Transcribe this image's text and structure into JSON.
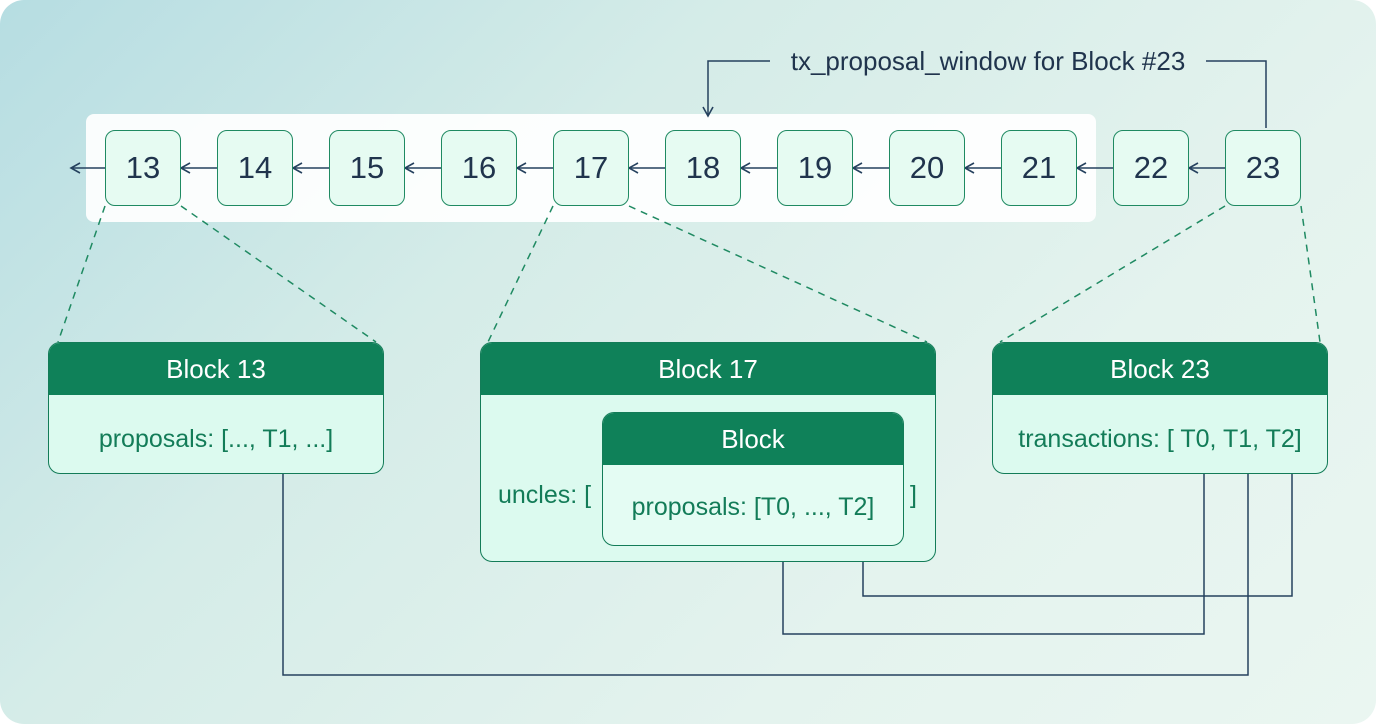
{
  "window_label": "tx_proposal_window for Block #23",
  "chain": [
    "13",
    "14",
    "15",
    "16",
    "17",
    "18",
    "19",
    "20",
    "21",
    "22",
    "23"
  ],
  "block13": {
    "title": "Block 13",
    "body": "proposals: [..., T1, ...]"
  },
  "block17": {
    "title": "Block 17",
    "uncles_open": "uncles: [",
    "uncles_close": "]",
    "uncle": {
      "title": "Block",
      "body": "proposals: [T0, ..., T2]"
    }
  },
  "block23": {
    "title": "Block 23",
    "body": "transactions: [ T0, T1, T2]"
  },
  "colors": {
    "accent": "#0f8159",
    "line": "#25415e",
    "dashed": "#1f8a62",
    "node_fill": "#e6fbf2",
    "card_fill": "#dcfaef"
  }
}
